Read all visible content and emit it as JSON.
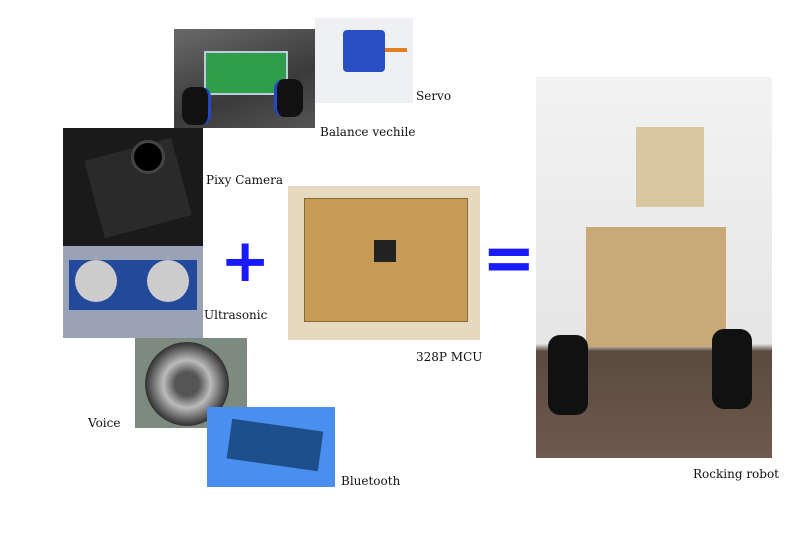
{
  "components": [
    {
      "id": "balance",
      "label": "Balance vechile"
    },
    {
      "id": "servo",
      "label": "Servo"
    },
    {
      "id": "pixy",
      "label": "Pixy Camera"
    },
    {
      "id": "ultrasonic",
      "label": "Ultrasonic"
    },
    {
      "id": "voice",
      "label": "Voice"
    },
    {
      "id": "bluetooth",
      "label": "Bluetooth"
    }
  ],
  "mcu": {
    "label": "328P MCU"
  },
  "result": {
    "label": "Rocking robot"
  },
  "operators": {
    "plus": "+",
    "equals": "="
  },
  "colors": {
    "operator": "#1a1aff"
  }
}
